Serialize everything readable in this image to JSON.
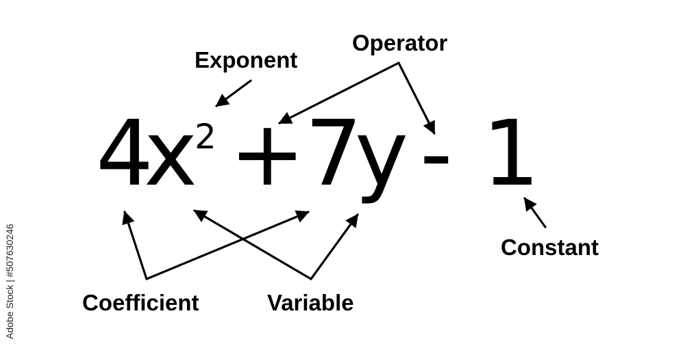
{
  "equation": {
    "coefficient_1": "4",
    "variable_1": "x",
    "exponent": "2",
    "operator_plus": "+",
    "coefficient_2": "7",
    "variable_2": "y",
    "operator_minus": "-",
    "constant": "1"
  },
  "labels": {
    "exponent": "Exponent",
    "operator": "Operator",
    "coefficient": "Coefficient",
    "variable": "Variable",
    "constant": "Constant"
  },
  "watermark": "Adobe Stock | #507630246",
  "colors": {
    "ink": "#000000",
    "background": "#ffffff"
  }
}
